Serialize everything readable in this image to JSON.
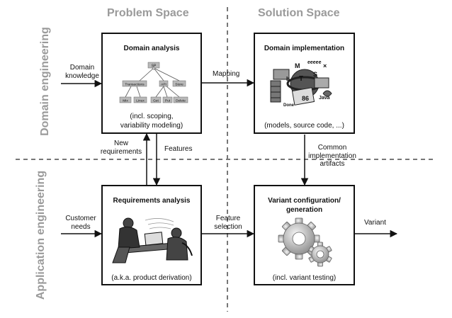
{
  "columns": {
    "problem_space": "Problem Space",
    "solution_space": "Solution Space"
  },
  "rows": {
    "domain_engineering": "Domain engineering",
    "application_engineering": "Application engineering"
  },
  "boxes": {
    "domain_analysis": {
      "title": "Domain analysis",
      "note_line1": "(incl. scoping,",
      "note_line2": "variability modeling)",
      "feature_model": {
        "root": "SP",
        "mid": [
          "Transactions",
          "API",
          "Store"
        ],
        "leaves": [
          "Mix",
          "Linux",
          "Get",
          "Put",
          "Delete"
        ]
      }
    },
    "domain_implementation": {
      "title": "Domain implementation",
      "note": "(models, source code, ...)"
    },
    "requirements_analysis": {
      "title": "Requirements analysis",
      "note": "(a.k.a. product derivation)"
    },
    "variant_configuration": {
      "title_line1": "Variant configuration/",
      "title_line2": "generation",
      "note": "(incl. variant testing)"
    }
  },
  "arrows": {
    "domain_knowledge_line1": "Domain",
    "domain_knowledge_line2": "knowledge",
    "mapping": "Mapping",
    "new_requirements_line1": "New",
    "new_requirements_line2": "requirements",
    "features": "Features",
    "common_artifacts_line1": "Common",
    "common_artifacts_line2": "implementation",
    "common_artifacts_line3": "artifacts",
    "customer_needs_line1": "Customer",
    "customer_needs_line2": "needs",
    "feature_selection_line1": "Feature",
    "feature_selection_line2": "selection",
    "variant": "Variant"
  },
  "colors": {
    "separator": "#777777",
    "heading_gray": "#9a9a9a",
    "node_fill": "#b9b9b9"
  }
}
